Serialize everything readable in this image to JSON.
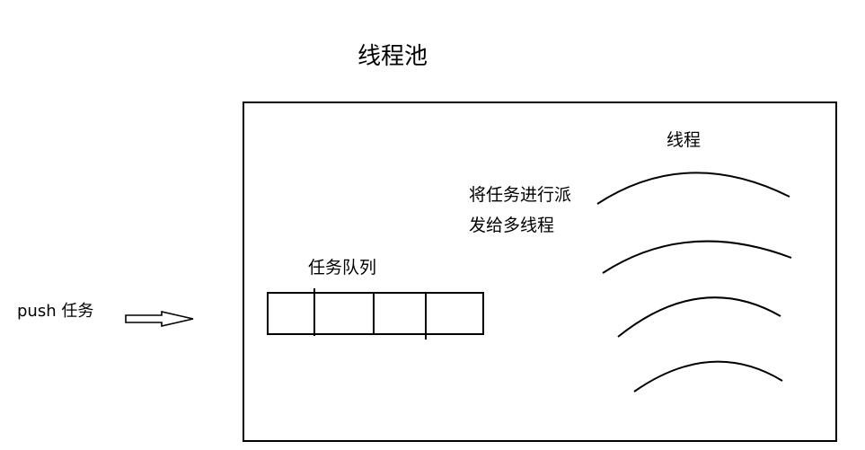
{
  "title": "线程池",
  "thread_label": "线程",
  "dispatch_lines": [
    "将任务进行派",
    "发给多线程"
  ],
  "queue_label": "任务队列",
  "push_label": "push  任务",
  "queue_slot_count": 4,
  "thread_count": 4,
  "icons": {
    "push_arrow": "right-arrow-icon"
  },
  "colors": {
    "stroke": "#000000",
    "background": "#ffffff"
  }
}
